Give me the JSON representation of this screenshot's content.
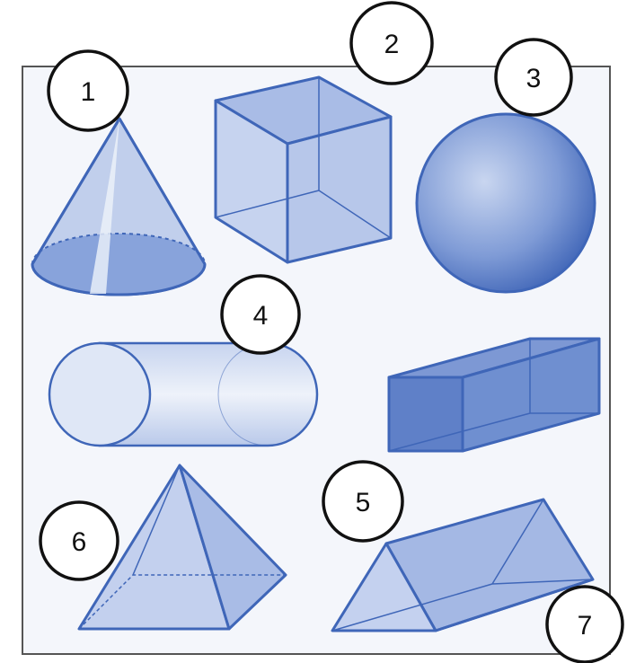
{
  "labels": [
    {
      "id": "1",
      "text": "1"
    },
    {
      "id": "2",
      "text": "2"
    },
    {
      "id": "3",
      "text": "3"
    },
    {
      "id": "4",
      "text": "4"
    },
    {
      "id": "5",
      "text": "5"
    },
    {
      "id": "6",
      "text": "6"
    },
    {
      "id": "7",
      "text": "7"
    }
  ],
  "shapes": [
    "cone",
    "cube",
    "sphere",
    "cylinder",
    "rectangular-prism",
    "square-pyramid",
    "triangular-prism"
  ],
  "colors": {
    "stroke": "#3f66b8",
    "fill_light": "#d5dff2",
    "fill_mid": "#a7bbe3",
    "fill_dark": "#6f8fd0",
    "frame_bg": "#f4f6fb",
    "frame_border": "#555555"
  }
}
